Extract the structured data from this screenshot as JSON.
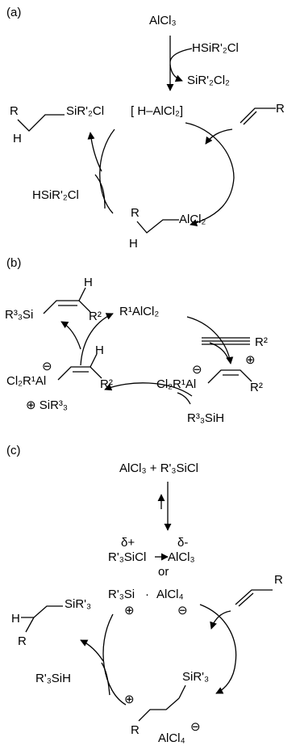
{
  "panel_a": {
    "label": "(a)",
    "top": "AlCl₃",
    "reagent_in": "HSiR'₂Cl",
    "reagent_out": "SiR'₂Cl₂",
    "catalyst": "[ H–AlCl₂]",
    "alkene_r": "R",
    "intermediate_group": "AlCl₂",
    "intermediate_r": "R",
    "intermediate_h": "H",
    "reagent_return": "HSiR'₂Cl",
    "product_group": "SiR'₂Cl",
    "product_r": "R",
    "product_h": "H"
  },
  "panel_b": {
    "label": "(b)",
    "catalyst": "R¹AlCl₂",
    "alkyne_r": "R²",
    "product_si": "R³₃Si",
    "product_r": "R²",
    "product_h": "H",
    "left_al": "Cl₂R¹Al",
    "left_minus": "⊖",
    "left_r": "R²",
    "left_h": "H",
    "left_counter": "⊕ SiR³₃",
    "right_al": "Cl₂R¹Al",
    "right_minus": "⊖",
    "right_plus": "⊕",
    "right_r": "R²",
    "silane": "R³₃SiH"
  },
  "panel_c": {
    "label": "(c)",
    "top": "AlCl₃  +  R'₃SiCl",
    "delta_plus": "δ+",
    "delta_minus": "δ-",
    "complex_left": "R'₃SiCl",
    "complex_right": "AlCl₃",
    "or": "or",
    "ion_left": "R'₃Si",
    "ion_dot": "·",
    "ion_right": "AlCl₄",
    "ion_plus": "⊕",
    "ion_minus": "⊖",
    "alkene_r": "R",
    "product_group": "SiR'₃",
    "product_r": "R",
    "product_h": "H",
    "silane": "R'₃SiH",
    "cation_plus": "⊕",
    "cation_group": "SiR'₃",
    "cation_r": "R",
    "counter_anion": "AlCl₄",
    "counter_minus": "⊖"
  }
}
